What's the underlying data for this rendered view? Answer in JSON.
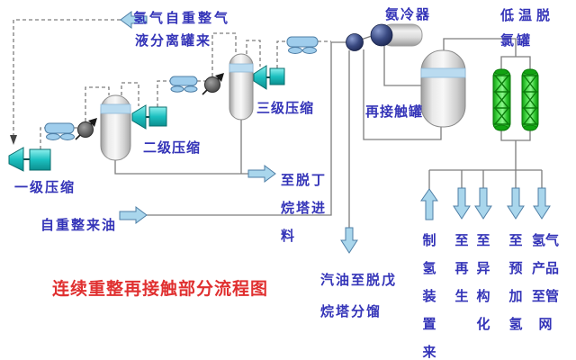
{
  "diagram": {
    "title": "连续重整再接触部分流程图",
    "feeds": {
      "h2_gas_line1": "氢气自重整气",
      "h2_gas_line2": "液分离罐来",
      "oil_feed": "自重整来油",
      "from_h2_plant": "制\n氢\n装\n置\n来"
    },
    "equipment": {
      "stage1_compression": "一级压缩",
      "stage2_compression": "二级压缩",
      "stage3_compression": "三级压缩",
      "ammonia_cooler": "氨冷器",
      "recontact_tank": "再接触罐",
      "dechlor_tank_line1": "低温脱",
      "dechlor_tank_line2": "氯罐"
    },
    "products": {
      "to_debutanizer": "至脱丁\n烷塔进\n料",
      "gasoline_to_depentanizer": "汽油至脱戊\n烷塔分馏",
      "to_regeneration": "至\n再\n生",
      "to_isomerization": "至\n异\n构\n化",
      "to_prehydrogenation": "至\n预\n加\n氢",
      "h2_product_to_grid": "氢气\n产品\n至管\n网"
    },
    "colors": {
      "label_blue": "#3434b8",
      "title_red": "#e03030",
      "arrow_fill": "#a9d6ec",
      "arrow_border": "#4f7fa6",
      "compressor_teal": "#12b5b5",
      "column_green": "#2cc42c",
      "pipe_gray": "#7d7d7d"
    }
  }
}
